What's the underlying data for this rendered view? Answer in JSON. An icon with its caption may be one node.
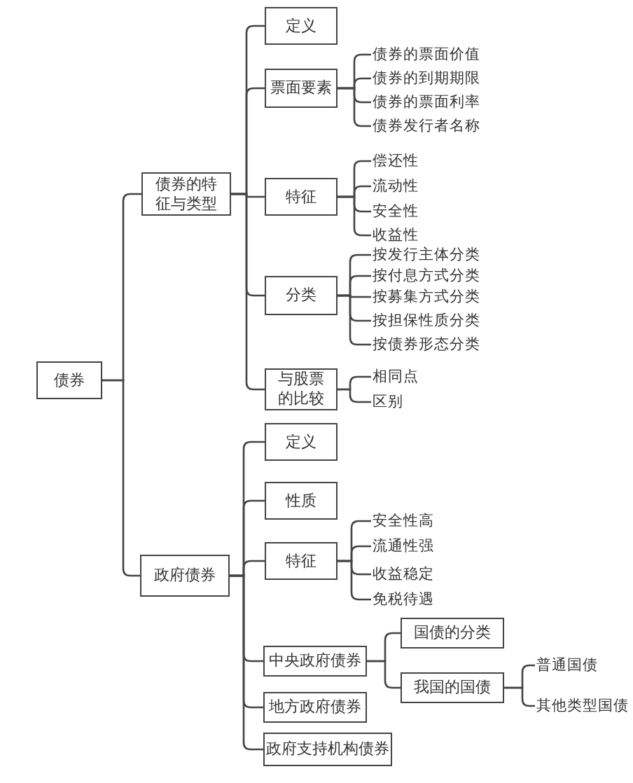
{
  "diagram": {
    "nodes": [
      {
        "text": [
          "债券"
        ]
      },
      {
        "text": [
          "债券的特征与类型"
        ]
      },
      {
        "text": [
          "定义"
        ]
      },
      {
        "text": [
          "票面要素"
        ]
      },
      {
        "text": [
          "债券的票面价值"
        ]
      },
      {
        "text": [
          "债券的到期期限"
        ]
      },
      {
        "text": [
          "债券的票面利率"
        ]
      },
      {
        "text": [
          "债券发行者名称"
        ]
      },
      {
        "text": [
          "特征"
        ]
      },
      {
        "text": [
          "偿还性"
        ]
      },
      {
        "text": [
          "流动性"
        ]
      },
      {
        "text": [
          "安全性"
        ]
      },
      {
        "text": [
          "收益性"
        ]
      },
      {
        "text": [
          "分类"
        ]
      },
      {
        "text": [
          "按发行主体分类"
        ]
      },
      {
        "text": [
          "按付息方式分类"
        ]
      },
      {
        "text": [
          "按募集方式分类"
        ]
      },
      {
        "text": [
          "按担保性质分类"
        ]
      },
      {
        "text": [
          "按债券形态分类"
        ]
      },
      {
        "text": [
          "与股票的比较"
        ]
      },
      {
        "text": [
          "相同点"
        ]
      },
      {
        "text": [
          "区别"
        ]
      },
      {
        "text": [
          "政府债券"
        ]
      },
      {
        "text": [
          "定义"
        ]
      },
      {
        "text": [
          "性质"
        ]
      },
      {
        "text": [
          "特征"
        ]
      },
      {
        "text": [
          "安全性高"
        ]
      },
      {
        "text": [
          "流通性强"
        ]
      },
      {
        "text": [
          "收益稳定"
        ]
      },
      {
        "text": [
          "免税待遇"
        ]
      },
      {
        "text": [
          "中央政府债券"
        ]
      },
      {
        "text": [
          "国债的分类"
        ]
      },
      {
        "text": [
          "我国的国债"
        ]
      },
      {
        "text": [
          "普通国债"
        ]
      },
      {
        "text": [
          "其他类型国债"
        ]
      },
      {
        "text": [
          "地方政府债券"
        ]
      },
      {
        "text": [
          "政府支持机构债券"
        ]
      }
    ],
    "edges": [
      {
        "from": 0,
        "to": 1,
        "arrow": "none"
      },
      {
        "from": 0,
        "to": 22,
        "arrow": "none"
      },
      {
        "from": 1,
        "to": 2,
        "arrow": "none"
      },
      {
        "from": 1,
        "to": 3,
        "arrow": "none"
      },
      {
        "from": 1,
        "to": 8,
        "arrow": "none"
      },
      {
        "from": 1,
        "to": 13,
        "arrow": "none"
      },
      {
        "from": 1,
        "to": 19,
        "arrow": "none"
      },
      {
        "from": 3,
        "to": 4,
        "arrow": "none"
      },
      {
        "from": 3,
        "to": 5,
        "arrow": "none"
      },
      {
        "from": 3,
        "to": 6,
        "arrow": "none"
      },
      {
        "from": 3,
        "to": 7,
        "arrow": "none"
      },
      {
        "from": 8,
        "to": 9,
        "arrow": "none"
      },
      {
        "from": 8,
        "to": 10,
        "arrow": "none"
      },
      {
        "from": 8,
        "to": 11,
        "arrow": "none"
      },
      {
        "from": 8,
        "to": 12,
        "arrow": "none"
      },
      {
        "from": 13,
        "to": 14,
        "arrow": "none"
      },
      {
        "from": 13,
        "to": 15,
        "arrow": "none"
      },
      {
        "from": 13,
        "to": 16,
        "arrow": "none"
      },
      {
        "from": 13,
        "to": 17,
        "arrow": "none"
      },
      {
        "from": 13,
        "to": 18,
        "arrow": "none"
      },
      {
        "from": 19,
        "to": 20,
        "arrow": "none"
      },
      {
        "from": 19,
        "to": 21,
        "arrow": "none"
      },
      {
        "from": 22,
        "to": 23,
        "arrow": "none"
      },
      {
        "from": 22,
        "to": 24,
        "arrow": "none"
      },
      {
        "from": 22,
        "to": 25,
        "arrow": "none"
      },
      {
        "from": 25,
        "to": 26,
        "arrow": "none"
      },
      {
        "from": 25,
        "to": 27,
        "arrow": "none"
      },
      {
        "from": 25,
        "to": 28,
        "arrow": "none"
      },
      {
        "from": 25,
        "to": 29,
        "arrow": "none"
      },
      {
        "from": 22,
        "to": 30,
        "arrow": "none"
      },
      {
        "from": 30,
        "to": 31,
        "arrow": "none"
      },
      {
        "from": 30,
        "to": 32,
        "arrow": "none"
      },
      {
        "from": 32,
        "to": 33,
        "arrow": "none"
      },
      {
        "from": 32,
        "to": 34,
        "arrow": "none"
      },
      {
        "from": 22,
        "to": 35,
        "arrow": "none"
      },
      {
        "from": 22,
        "to": 36,
        "arrow": "none"
      }
    ]
  }
}
